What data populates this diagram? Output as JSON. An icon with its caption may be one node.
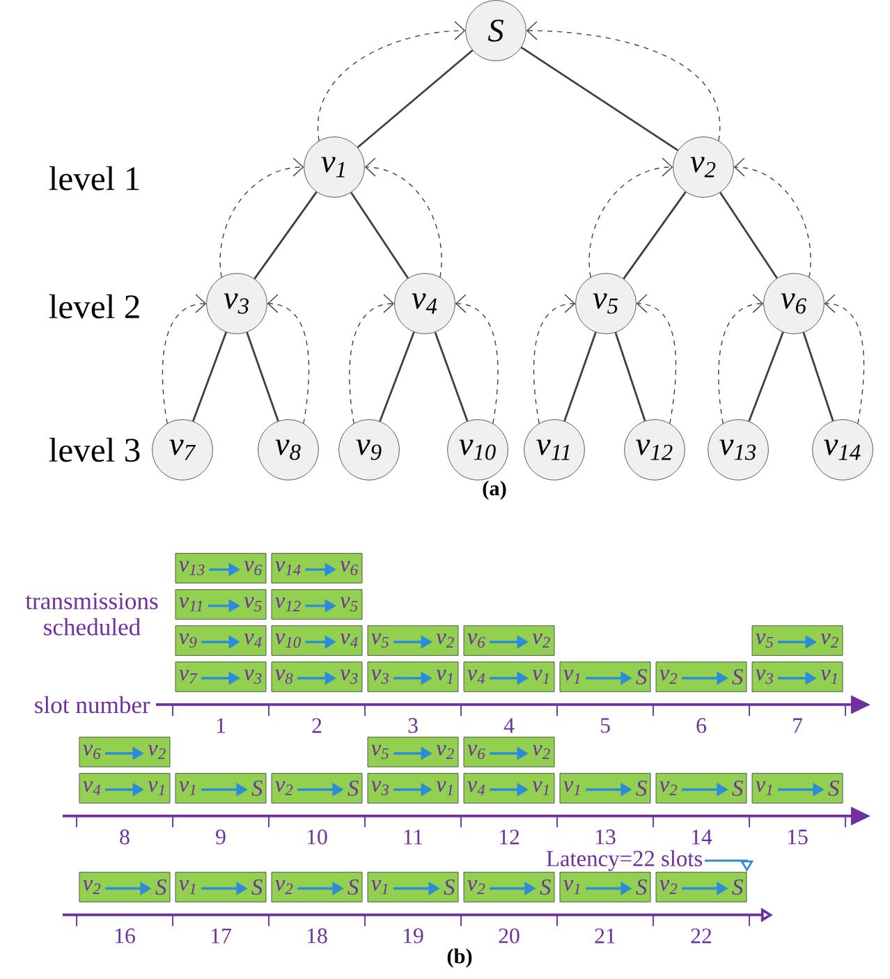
{
  "diagram": {
    "nodes": [
      {
        "text": [
          "S"
        ]
      },
      {
        "text": [
          "v$_{1}$"
        ]
      },
      {
        "text": [
          "v$_{2}$"
        ]
      },
      {
        "text": [
          "v$_{3}$"
        ]
      },
      {
        "text": [
          "v$_{4}$"
        ]
      },
      {
        "text": [
          "v$_{5}$"
        ]
      },
      {
        "text": [
          "v$_{6}$"
        ]
      },
      {
        "text": [
          "v$_{7}$"
        ]
      },
      {
        "text": [
          "v$_{8}$"
        ]
      },
      {
        "text": [
          "v$_{9}$"
        ]
      },
      {
        "text": [
          "v$_{10}$"
        ]
      },
      {
        "text": [
          "v$_{11}$"
        ]
      },
      {
        "text": [
          "v$_{12}$"
        ]
      },
      {
        "text": [
          "v$_{13}$"
        ]
      },
      {
        "text": [
          "v$_{14}$"
        ]
      },
      {
        "text": [
          "v$_{13}$",
          "v$_{6}$"
        ]
      },
      {
        "text": [
          "v$_{14}$",
          "v$_{6}$"
        ]
      },
      {
        "text": [
          "v$_{11}$",
          "v$_{5}$"
        ]
      },
      {
        "text": [
          "v$_{12}$",
          "v$_{5}$"
        ]
      },
      {
        "text": [
          "v$_{9}$",
          "v$_{4}$"
        ]
      },
      {
        "text": [
          "v$_{10}$",
          "v$_{4}$"
        ]
      },
      {
        "text": [
          "v$_{5}$",
          "v$_{2}$"
        ]
      },
      {
        "text": [
          "v$_{6}$",
          "v$_{2}$"
        ]
      },
      {
        "text": [
          "v$_{5}$",
          "v$_{2}$"
        ]
      },
      {
        "text": [
          "v$_{7}$",
          "v$_{3}$"
        ]
      },
      {
        "text": [
          "v$_{8}$",
          "v$_{3}$"
        ]
      },
      {
        "text": [
          "v$_{3}$",
          "v$_{1}$"
        ]
      },
      {
        "text": [
          "v$_{4}$",
          "v$_{1}$"
        ]
      },
      {
        "text": [
          "v$_{1}$",
          "S"
        ]
      },
      {
        "text": [
          "v$_{2}$",
          "S"
        ]
      },
      {
        "text": [
          "v$_{3}$",
          "v$_{1}$"
        ]
      },
      {
        "text": [
          "v$_{6}$",
          "v$_{2}$"
        ]
      },
      {
        "text": [
          "v$_{5}$",
          "v$_{2}$"
        ]
      },
      {
        "text": [
          "v$_{6}$",
          "v$_{2}$"
        ]
      },
      {
        "text": [
          "v$_{4}$",
          "v$_{1}$"
        ]
      },
      {
        "text": [
          "v$_{1}$",
          "S"
        ]
      },
      {
        "text": [
          "v$_{2}$",
          "S"
        ]
      },
      {
        "text": [
          "v$_{3}$",
          "v$_{1}$"
        ]
      },
      {
        "text": [
          "v$_{4}$",
          "v$_{1}$"
        ]
      },
      {
        "text": [
          "v$_{1}$",
          "S"
        ]
      },
      {
        "text": [
          "v$_{2}$",
          "S"
        ]
      },
      {
        "text": [
          "v$_{1}$",
          "S"
        ]
      },
      {
        "text": [
          "Latency=22 slots"
        ]
      },
      {
        "text": [
          "v$_{2}$",
          "S"
        ]
      },
      {
        "text": [
          "v$_{1}$",
          "S"
        ]
      },
      {
        "text": [
          "v$_{2}$",
          "S"
        ]
      },
      {
        "text": [
          "v$_{1}$",
          "S"
        ]
      },
      {
        "text": [
          "v$_{2}$",
          "S"
        ]
      },
      {
        "text": [
          "v$_{1}$",
          "S"
        ]
      },
      {
        "text": [
          "v$_{2}$",
          "S"
        ]
      }
    ],
    "edges": [
      {
        "from": 0,
        "to": 1,
        "arrow": "none"
      },
      {
        "from": 0,
        "to": 2,
        "arrow": "none"
      },
      {
        "from": 1,
        "to": 3,
        "arrow": "none"
      },
      {
        "from": 1,
        "to": 4,
        "arrow": "none"
      },
      {
        "from": 2,
        "to": 5,
        "arrow": "none"
      },
      {
        "from": 2,
        "to": 6,
        "arrow": "none"
      },
      {
        "from": 3,
        "to": 7,
        "arrow": "none"
      },
      {
        "from": 3,
        "to": 8,
        "arrow": "none"
      },
      {
        "from": 4,
        "to": 9,
        "arrow": "none"
      },
      {
        "from": 4,
        "to": 10,
        "arrow": "none"
      },
      {
        "from": 5,
        "to": 11,
        "arrow": "none"
      },
      {
        "from": 5,
        "to": 12,
        "arrow": "none"
      },
      {
        "from": 6,
        "to": 13,
        "arrow": "none"
      },
      {
        "from": 6,
        "to": 14,
        "arrow": "none"
      },
      {
        "from": 1,
        "to": 0,
        "arrow": "to",
        "style": "dashed"
      },
      {
        "from": 2,
        "to": 0,
        "arrow": "to",
        "style": "dashed"
      },
      {
        "from": 3,
        "to": 1,
        "arrow": "to",
        "style": "dashed"
      },
      {
        "from": 4,
        "to": 1,
        "arrow": "to",
        "style": "dashed"
      },
      {
        "from": 5,
        "to": 2,
        "arrow": "to",
        "style": "dashed"
      },
      {
        "from": 6,
        "to": 2,
        "arrow": "to",
        "style": "dashed"
      },
      {
        "from": 7,
        "to": 3,
        "arrow": "to",
        "style": "dashed"
      },
      {
        "from": 8,
        "to": 3,
        "arrow": "to",
        "style": "dashed"
      },
      {
        "from": 9,
        "to": 4,
        "arrow": "to",
        "style": "dashed"
      },
      {
        "from": 10,
        "to": 4,
        "arrow": "to",
        "style": "dashed"
      },
      {
        "from": 11,
        "to": 5,
        "arrow": "to",
        "style": "dashed"
      },
      {
        "from": 12,
        "to": 5,
        "arrow": "to",
        "style": "dashed"
      },
      {
        "from": 13,
        "to": 6,
        "arrow": "to",
        "style": "dashed"
      },
      {
        "from": 14,
        "to": 6,
        "arrow": "to",
        "style": "dashed"
      },
      {
        "from": 42,
        "to": 49,
        "arrow": "to",
        "color": "#2e8bd8"
      }
    ],
    "labels": [
      "level 1",
      "level 2",
      "level 3",
      "(a)",
      "transmissions scheduled",
      "slot number",
      "1",
      "2",
      "3",
      "4",
      "5",
      "6",
      "7",
      "8",
      "9",
      "10",
      "11",
      "12",
      "13",
      "14",
      "15",
      "16",
      "17",
      "18",
      "19",
      "20",
      "21",
      "22",
      "(b)"
    ]
  }
}
